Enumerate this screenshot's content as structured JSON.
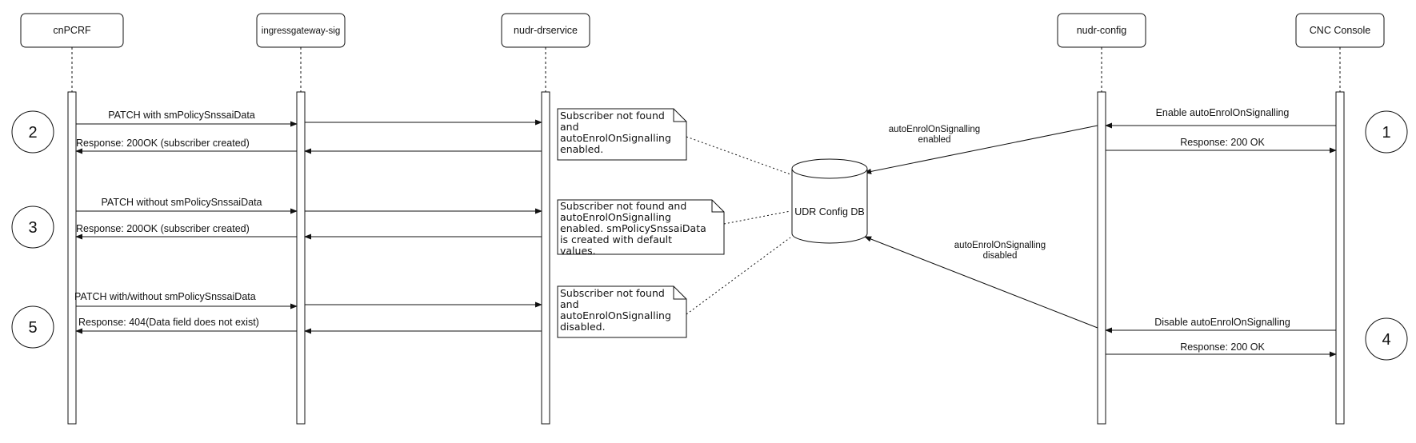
{
  "participants": {
    "cnpcrf": "cnPCRF",
    "igw": "ingressgateway-sig",
    "drservice": "nudr-drservice",
    "config": "nudr-config",
    "console": "CNC Console"
  },
  "database": {
    "label": "UDR Config DB"
  },
  "step_markers": {
    "s2": "2",
    "s3": "3",
    "s5": "5",
    "s1": "1",
    "s4": "4"
  },
  "messages": {
    "m2_req": "PATCH with smPolicySnssaiData",
    "m2_resp": "Response: 200OK (subscriber created)",
    "m3_req": "PATCH without smPolicySnssaiData",
    "m3_resp": "Response: 200OK (subscriber created)",
    "m5_req": "PATCH with/without smPolicySnssaiData",
    "m5_resp": "Response: 404(Data field does not exist)",
    "m1_req": "Enable autoEnrolOnSignalling",
    "m1_resp": "Response: 200 OK",
    "m4_req": "Disable autoEnrolOnSignalling",
    "m4_resp": "Response: 200 OK"
  },
  "db_links": {
    "enabled": [
      "autoEnrolOnSignalling",
      "enabled"
    ],
    "disabled": [
      "autoEnrolOnSignalling",
      "disabled"
    ]
  },
  "notes": {
    "n1": [
      "Subscriber not found",
      "and",
      "autoEnrolOnSignalling",
      "enabled."
    ],
    "n2": [
      "Subscriber not found and",
      "autoEnrolOnSignalling",
      "enabled. smPolicySnssaiData",
      "is created with default",
      "values."
    ],
    "n3": [
      "Subscriber not found",
      "and",
      "autoEnrolOnSignalling",
      "disabled."
    ]
  },
  "colors": {
    "line": "#111111",
    "box_fill": "#ffffff",
    "background": "#ffffff"
  }
}
